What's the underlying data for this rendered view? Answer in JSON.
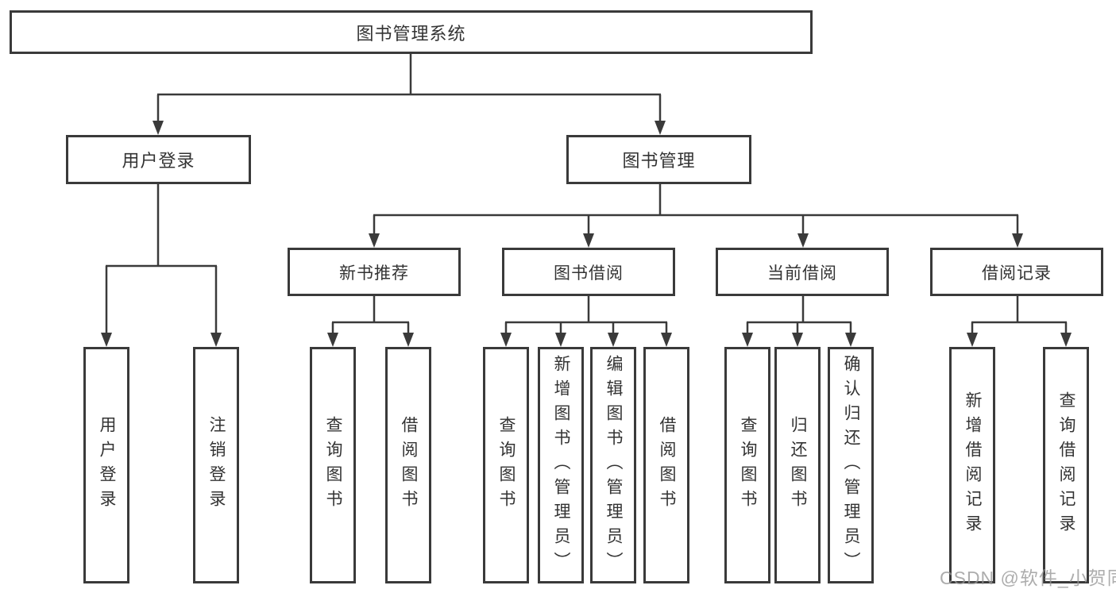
{
  "tree": {
    "root": {
      "label": "图书管理系统"
    },
    "branches": [
      {
        "label": "用户登录",
        "children": [
          {
            "label": "用户登录"
          },
          {
            "label": "注销登录"
          }
        ]
      },
      {
        "label": "图书管理",
        "children": [
          {
            "label": "新书推荐",
            "children": [
              {
                "label": "查询图书"
              },
              {
                "label": "借阅图书"
              }
            ]
          },
          {
            "label": "图书借阅",
            "children": [
              {
                "label": "查询图书"
              },
              {
                "label": "新增图书（管理员）"
              },
              {
                "label": "编辑图书（管理员）"
              },
              {
                "label": "借阅图书"
              }
            ]
          },
          {
            "label": "当前借阅",
            "children": [
              {
                "label": "查询图书"
              },
              {
                "label": "归还图书"
              },
              {
                "label": "确认归还（管理员）"
              }
            ]
          },
          {
            "label": "借阅记录",
            "children": [
              {
                "label": "新增借阅记录"
              },
              {
                "label": "查询借阅记录"
              }
            ]
          }
        ]
      }
    ]
  },
  "watermark": {
    "text": "CSDN @软件_小贺同学"
  },
  "colors": {
    "line": "#3a3a3a",
    "box_border": "#3a3a3a",
    "text": "#333333",
    "watermark": "#969696",
    "background": "#ffffff"
  }
}
